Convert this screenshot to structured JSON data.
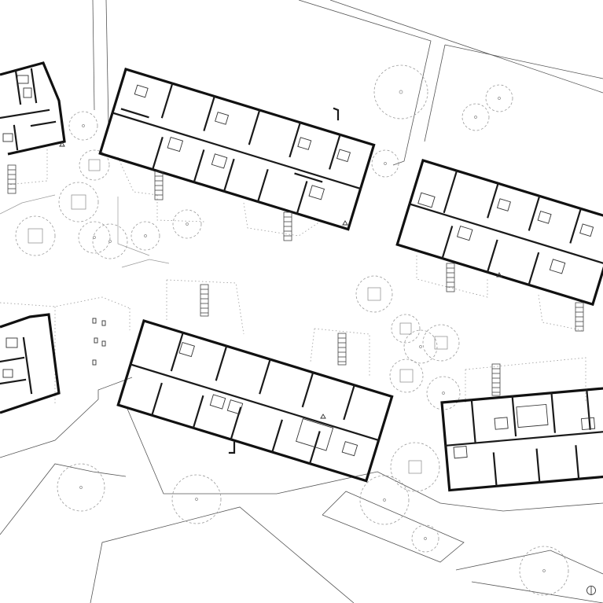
{
  "drawing": {
    "type": "site-plan",
    "buildings": [
      {
        "name": "block-top-left-partial"
      },
      {
        "name": "block-top-center"
      },
      {
        "name": "block-right-upper"
      },
      {
        "name": "block-left-partial"
      },
      {
        "name": "block-center-lower"
      },
      {
        "name": "block-right-lower"
      }
    ],
    "north_arrow": "north-arrow-icon",
    "colors": {
      "line": "#1a1a1a",
      "site": "#555555",
      "trees": "#9a9a9a",
      "background": "#ffffff"
    }
  }
}
